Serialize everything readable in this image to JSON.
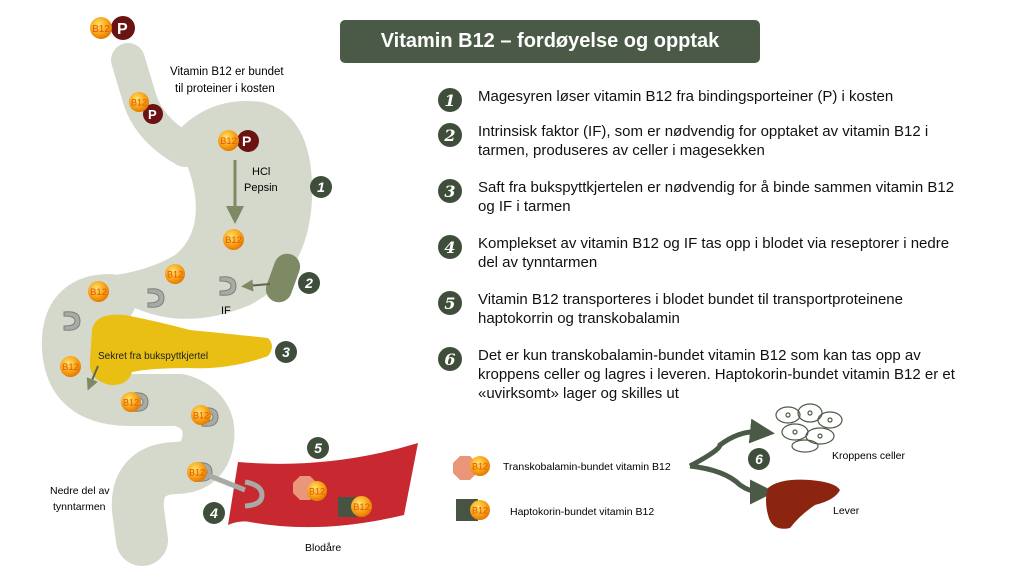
{
  "title": "Vitamin B12 – fordøyelse og opptak",
  "steps": [
    {
      "number": "1",
      "text": "Magesyren løser vitamin B12 fra bindingsporteiner (P) i kosten"
    },
    {
      "number": "2",
      "text": "Intrinsisk faktor (IF), som er nødvendig for opptaket av vitamin B12 i tarmen, produseres av celler i magesekken"
    },
    {
      "number": "3",
      "text": "Saft fra bukspyttkjertelen er nødvendig for å binde sammen vitamin B12 og IF i tarmen"
    },
    {
      "number": "4",
      "text": "Komplekset av vitamin B12 og IF tas opp i blodet via reseptorer i nedre del av tynntarmen"
    },
    {
      "number": "5",
      "text": "Vitamin B12 transporteres i blodet bundet til transportproteinene haptokorrin og transkobalamin"
    },
    {
      "number": "6",
      "text": "Det er kun transkobalamin-bundet vitamin B12 som kan tas opp av kroppens celler og lagres i leveren. Haptokorin-bundet vitamin B12 er et «uvirksomt» lager og skilles ut"
    }
  ],
  "diagram": {
    "bound_label_1": "Vitamin B12 er bundet",
    "bound_label_2": "til  proteiner i kosten",
    "hcl": "HCl",
    "pepsin": "Pepsin",
    "if_label": "IF",
    "pancreas_label": "Sekret fra bukspyttkjertel",
    "lower_intestine_1": "Nedre del av",
    "lower_intestine_2": "tynntarmen",
    "blood_vessel": "Blodåre",
    "b12": "B12",
    "p": "P",
    "body_cells": "Kroppens celler",
    "liver": "Lever"
  },
  "legend": {
    "transcobalamin": "Transkobalamin-bundet vitamin B12",
    "haptocorrin": "Haptokorin-bundet vitamin B12"
  },
  "badges": {
    "n1": "1",
    "n2": "2",
    "n3": "3",
    "n4": "4",
    "n5": "5",
    "n6": "6"
  },
  "colors": {
    "title_bg": "#4b5a46",
    "badge": "#3f4d3b",
    "gut": "#d5d9cc",
    "pancreas": "#e8bf12",
    "blood": "#c8282f",
    "liver": "#8b2510",
    "protein": "#6b1212",
    "transcobalamin": "#e9967a",
    "haptocorrin": "#485443"
  }
}
